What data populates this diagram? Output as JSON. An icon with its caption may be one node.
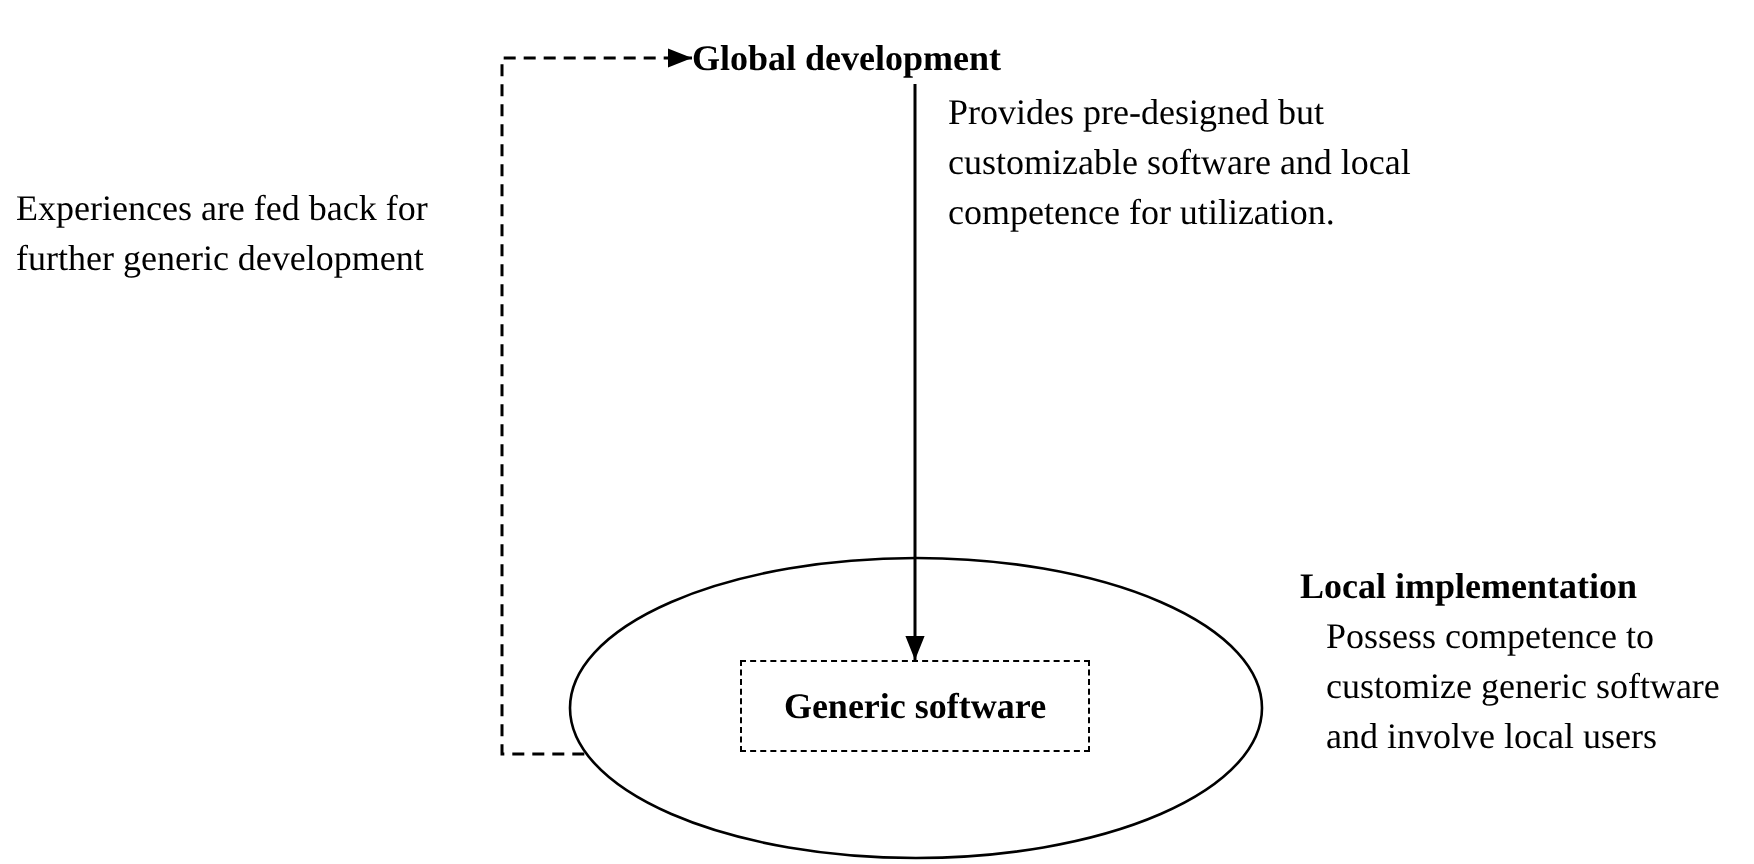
{
  "diagram": {
    "nodes": [
      {
        "text": [
          "Global development"
        ]
      },
      {
        "text": [],
        "shape": "ellipse"
      },
      {
        "text": [
          "Generic software"
        ],
        "in": 1
      }
    ],
    "edges": [
      {
        "from": 0,
        "to": 2,
        "arrow": "to",
        "label": "Provides pre-designed but customizable software and local competence for utilization."
      },
      {
        "from": 1,
        "to": 0,
        "arrow": "to",
        "style": "dashed",
        "label": "Experiences are fed back for further generic development"
      }
    ],
    "labels": [
      "Local implementation",
      "Possess competence to customize generic software and involve local users"
    ]
  }
}
